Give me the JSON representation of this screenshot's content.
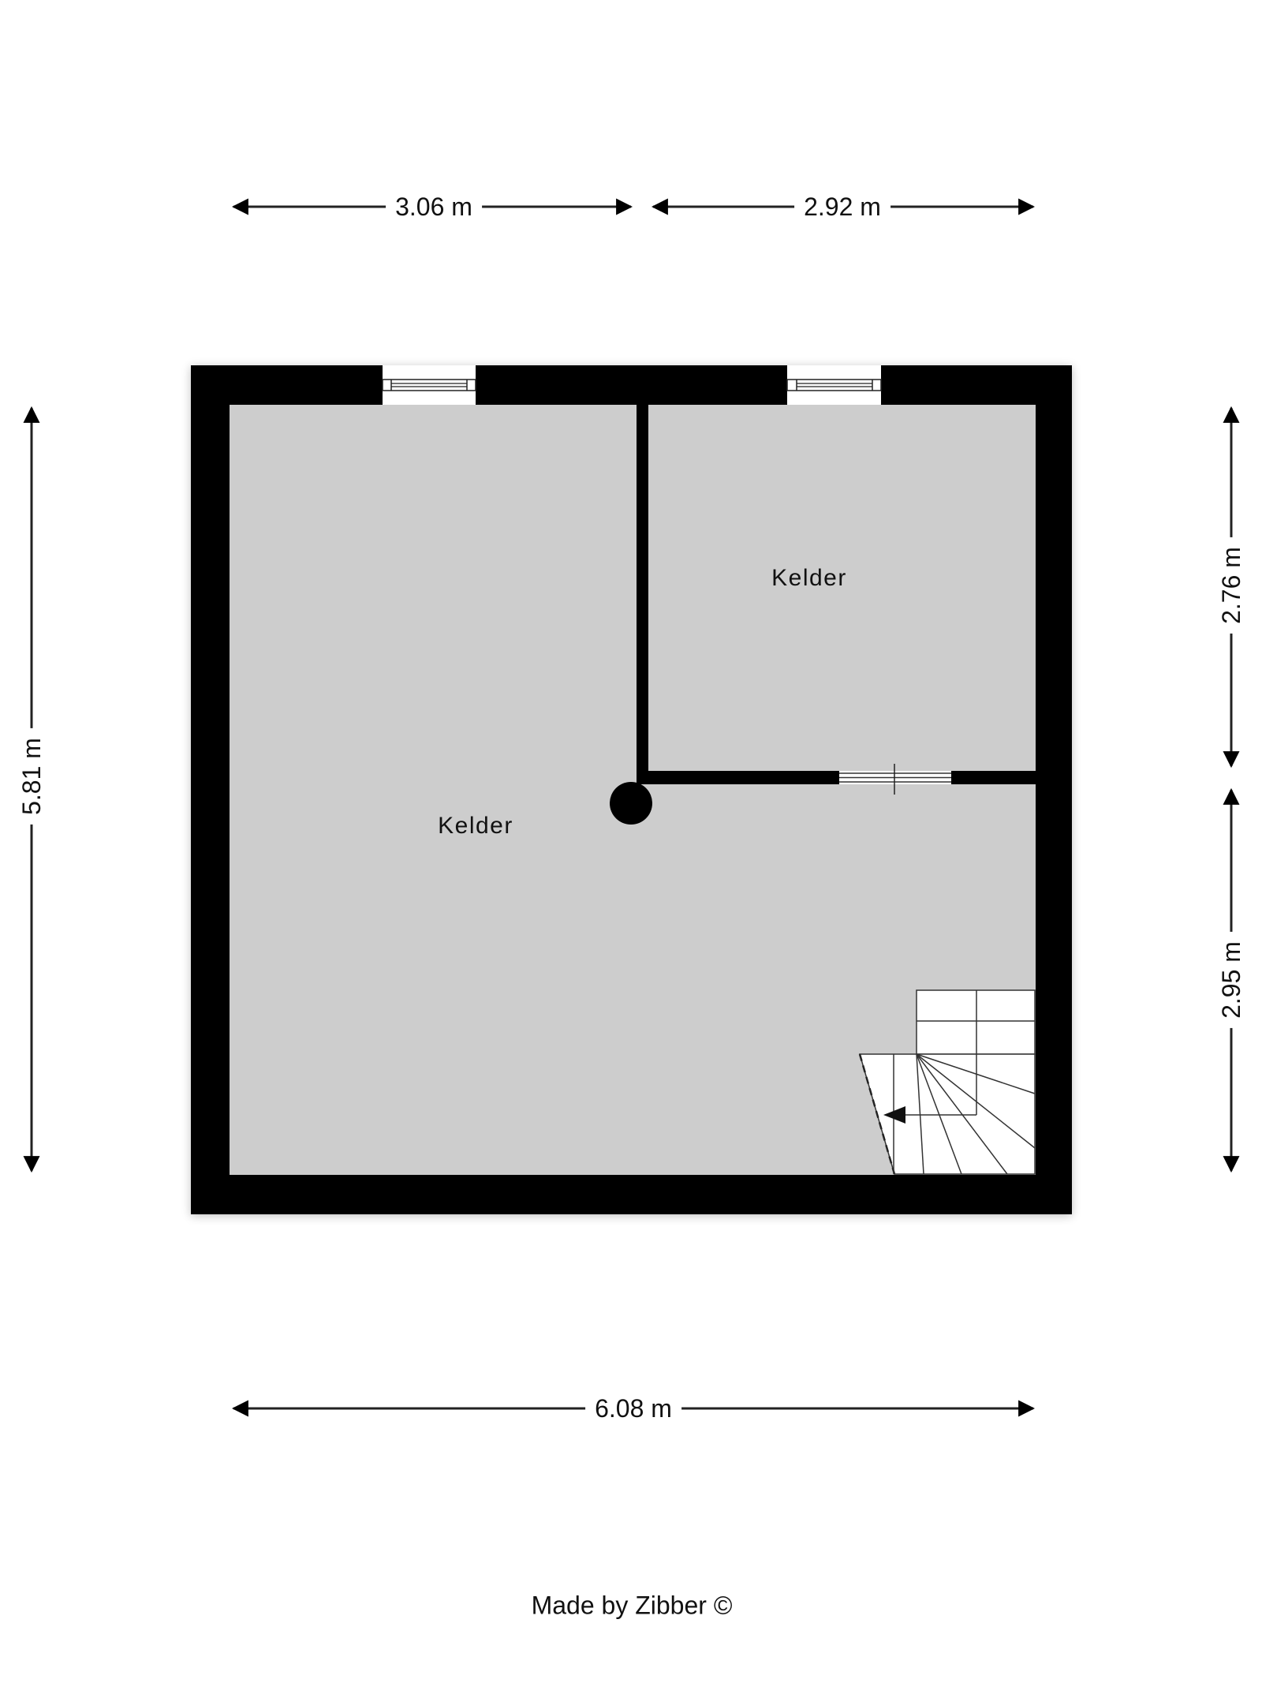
{
  "floorplan": {
    "rooms": [
      {
        "name": "Kelder",
        "id": "large-basement"
      },
      {
        "name": "Kelder",
        "id": "small-basement"
      }
    ],
    "dimensions": {
      "top_left": "3.06 m",
      "top_right": "2.92 m",
      "bottom": "6.08 m",
      "left": "5.81 m",
      "right_top": "2.76 m",
      "right_bottom": "2.95 m"
    },
    "elements": {
      "windows": 2,
      "interior_door": 1,
      "pillar": 1,
      "staircase": 1
    },
    "colors": {
      "wall": "#000000",
      "floor": "#cdcdcd",
      "background": "#ffffff",
      "stairs": "#ffffff"
    }
  },
  "footer": {
    "credit": "Made by Zibber ©"
  }
}
